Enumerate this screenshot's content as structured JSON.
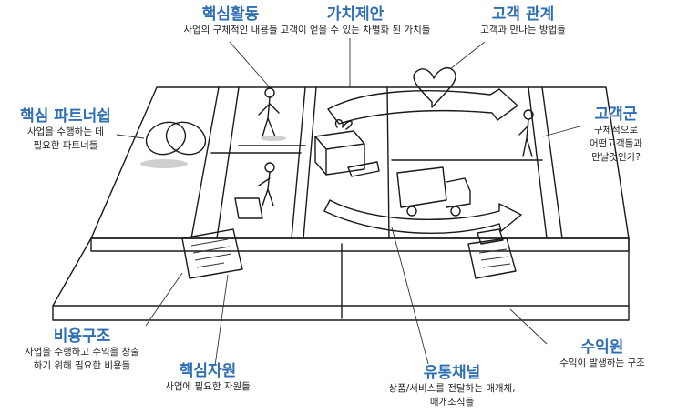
{
  "blocks": {
    "key_activities": {
      "title": "핵심활동",
      "desc": "사업의 구체적인 내용들"
    },
    "value_proposition": {
      "title": "가치제안",
      "desc": "고객이 얻을 수 있는 차별화 된 가치들"
    },
    "customer_relationships": {
      "title": "고객 관계",
      "desc": "고객과 만나는 방법들"
    },
    "key_partners": {
      "title": "핵심 파트너쉽",
      "desc_lines": [
        "사업을 수행하는 데",
        "필요한 파트너들"
      ]
    },
    "customer_segments": {
      "title": "고객군",
      "desc_lines": [
        "구체적으로",
        "어떤고객들과",
        "만날것인가?"
      ]
    },
    "cost_structure": {
      "title": "비용구조",
      "desc_lines": [
        "사업을 수행하고 수익을 창출",
        "하기 위해 필요한 비용들"
      ]
    },
    "key_resources": {
      "title": "핵심자원",
      "desc": "사업에 필요한 자원들"
    },
    "channels": {
      "title": "유통채널",
      "desc_lines": [
        "상품/서비스를 전달하는 매개체,",
        "매개조직들"
      ]
    },
    "revenue_streams": {
      "title": "수익원",
      "desc": "수익이 발생하는 구조"
    }
  },
  "palette": {
    "title_color": "#2f6fb6",
    "line_color": "#1a1a1a"
  }
}
